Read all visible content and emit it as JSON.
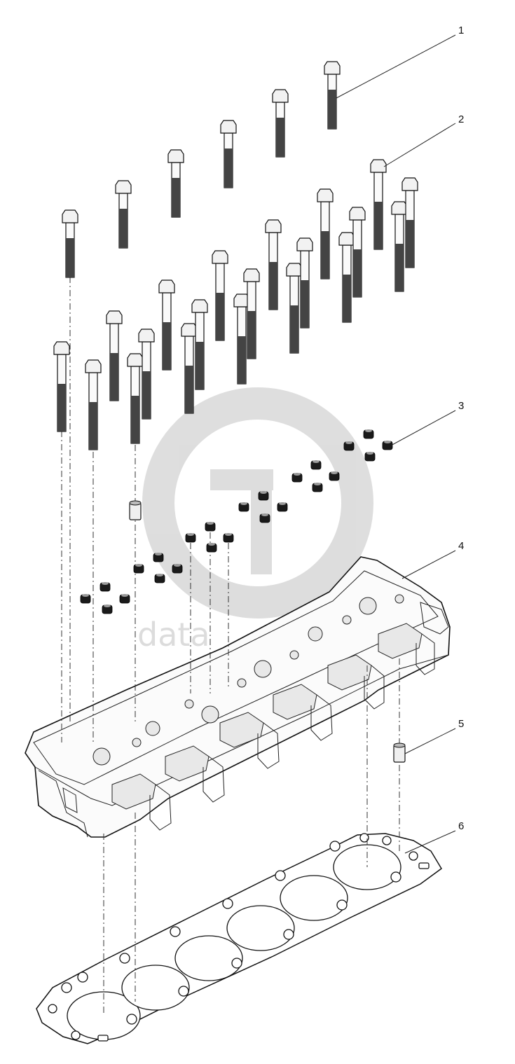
{
  "diagram": {
    "watermark": {
      "text": "data",
      "accent": "#d6d6d6"
    },
    "callouts": [
      {
        "id": "1",
        "label": "1"
      },
      {
        "id": "2",
        "label": "2"
      },
      {
        "id": "3",
        "label": "3"
      },
      {
        "id": "4",
        "label": "4"
      },
      {
        "id": "5",
        "label": "5"
      },
      {
        "id": "6",
        "label": "6"
      }
    ],
    "parts": [
      {
        "callout": "1",
        "kind": "short-bolt",
        "count": 6
      },
      {
        "callout": "2",
        "kind": "long-bolt",
        "count": 20
      },
      {
        "callout": "3",
        "kind": "valve-stem-seal",
        "count": 24
      },
      {
        "callout": "4",
        "kind": "cylinder-head",
        "count": 1
      },
      {
        "callout": "5",
        "kind": "dowel-pin",
        "count": 2
      },
      {
        "callout": "6",
        "kind": "head-gasket",
        "count": 1
      }
    ]
  }
}
